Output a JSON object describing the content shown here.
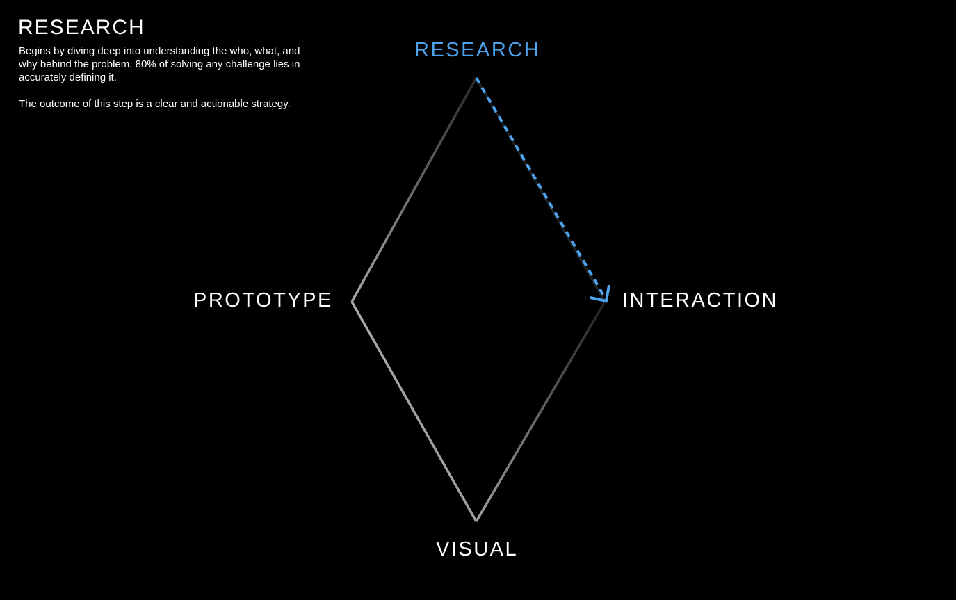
{
  "info": {
    "title": "RESEARCH",
    "paragraph_1": "Begins by diving deep into understanding the who, what, and why behind the problem. 80% of solving any challenge lies in accurately defining it.",
    "paragraph_2": "The outcome of this step is a clear and actionable strategy."
  },
  "diagram": {
    "nodes": {
      "top": "RESEARCH",
      "left": "PROTOTYPE",
      "right": "INTERACTION",
      "bottom": "VISUAL"
    },
    "active_node": "RESEARCH",
    "colors": {
      "background": "#000000",
      "active": "#4da3ee",
      "edge_light": "#a0a0a0",
      "edge_dark": "#2a2a2a",
      "text": "#ffffff"
    }
  }
}
